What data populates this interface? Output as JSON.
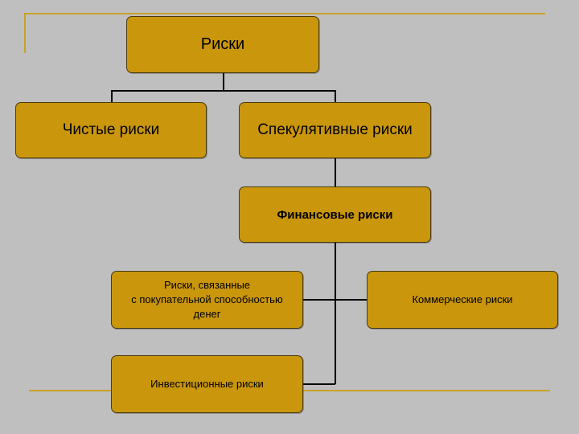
{
  "diagram": {
    "root": "Риски",
    "level2": [
      "Чистые риски",
      "Спекулятивные риски"
    ],
    "level3": "Финансовые риски",
    "level4": {
      "purchasing_power": "Риски, связанные\nс покупательной способностью\nденег",
      "commercial": "Коммерческие риски",
      "investment": "Инвестиционные риски"
    }
  },
  "colors": {
    "background": "#bfbfbf",
    "box_fill": "#c9960c",
    "accent_line": "#c9a227",
    "connector": "#000000"
  }
}
